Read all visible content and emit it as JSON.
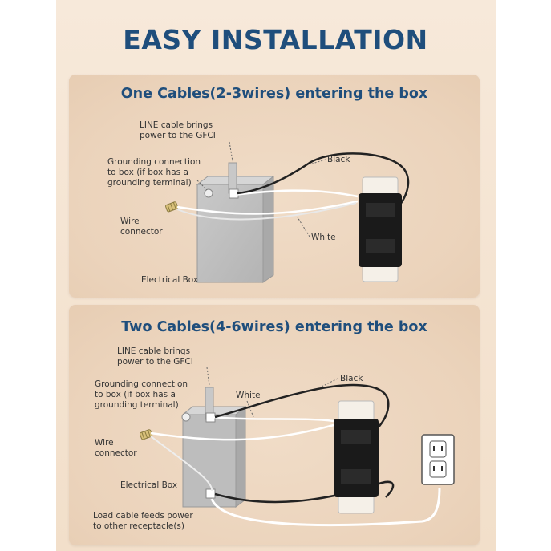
{
  "title": "EASY INSTALLATION",
  "panel1": {
    "subtitle": "One Cables(2-3wires) entering the box",
    "line_label_1": "LINE cable brings",
    "line_label_2": "power to the GFCI",
    "ground_label_1": "Grounding connection",
    "ground_label_2": "to box (if box has a",
    "ground_label_3": "grounding terminal)",
    "black_label": "Black",
    "white_label": "White",
    "wire_connector_1": "Wire",
    "wire_connector_2": "connector",
    "box_label": "Electrical Box"
  },
  "panel2": {
    "subtitle": "Two Cables(4-6wires) entering the box",
    "line_label_1": "LINE cable brings",
    "line_label_2": "power to the GFCI",
    "ground_label_1": "Grounding connection",
    "ground_label_2": "to box (if box has a",
    "ground_label_3": "grounding terminal)",
    "black_label": "Black",
    "white_label": "White",
    "wire_connector_1": "Wire",
    "wire_connector_2": "connector",
    "box_label": "Electrical Box",
    "load_label_1": "Load cable feeds power",
    "load_label_2": "to other receptacle(s)"
  }
}
